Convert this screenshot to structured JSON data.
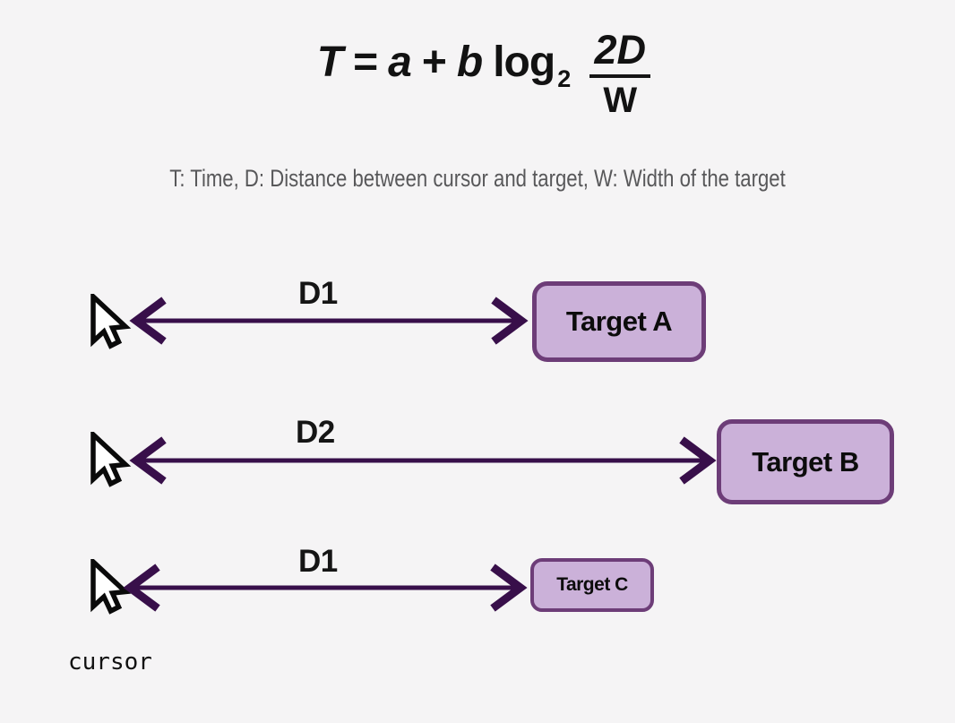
{
  "formula": {
    "T": "T",
    "eq": "=",
    "a": "a",
    "plus": "+",
    "b": "b",
    "log": "log",
    "base": "2",
    "numerator": "2D",
    "denominator": "W"
  },
  "legend": "T: Time, D: Distance between cursor and target, W: Width of the target",
  "rows": [
    {
      "distance": "D1",
      "target": "Target A"
    },
    {
      "distance": "D2",
      "target": "Target B"
    },
    {
      "distance": "D1",
      "target": "Target C"
    }
  ],
  "cursor_label": "cursor",
  "colors": {
    "background": "#f5f4f5",
    "arrow": "#380f4a",
    "target_fill": "#cbb1d9",
    "target_border": "#6d3d78",
    "legend_text": "#58585a",
    "formula_text": "#151515"
  }
}
